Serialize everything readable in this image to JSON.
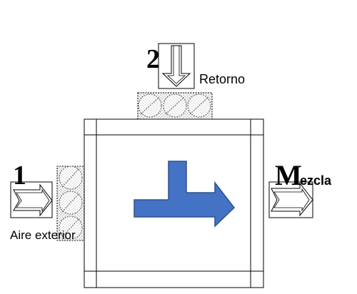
{
  "diagram": {
    "inlet_outdoor": {
      "number": "1",
      "label": "Aire exterior"
    },
    "inlet_return": {
      "number": "2",
      "label": "Retorno"
    },
    "outlet": {
      "initial": "M",
      "label_rest": "ezcla"
    },
    "colors": {
      "flow_arrow": "#4472C4",
      "flow_arrow_stroke": "#2F528F",
      "line": "#000000",
      "filter_hatch": "#666666"
    }
  }
}
